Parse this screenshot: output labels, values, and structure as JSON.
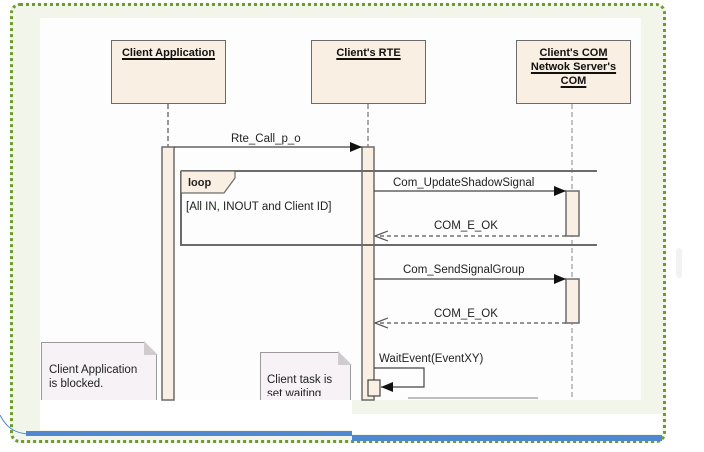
{
  "diagram": {
    "type": "sequence",
    "lifelines": [
      {
        "id": "client-app",
        "label": "Client Application"
      },
      {
        "id": "client-rte",
        "label": "Client's RTE"
      },
      {
        "id": "client-com",
        "label_lines": [
          "Client's COM",
          "Netwok Server's",
          "COM"
        ]
      }
    ],
    "messages": [
      {
        "from": "client-app",
        "to": "client-rte",
        "label": "Rte_Call_p_o",
        "kind": "sync"
      },
      {
        "from": "client-rte",
        "to": "client-com",
        "label": "Com_UpdateShadowSignal",
        "kind": "sync",
        "in_fragment": "loop"
      },
      {
        "from": "client-com",
        "to": "client-rte",
        "label": "COM_E_OK",
        "kind": "return",
        "in_fragment": "loop"
      },
      {
        "from": "client-rte",
        "to": "client-com",
        "label": "Com_SendSignalGroup",
        "kind": "sync"
      },
      {
        "from": "client-com",
        "to": "client-rte",
        "label": "COM_E_OK",
        "kind": "return"
      },
      {
        "from": "client-rte",
        "to": "client-rte",
        "label": "WaitEvent(EventXY)",
        "kind": "self"
      }
    ],
    "fragment": {
      "operator": "loop",
      "guard": "[All IN, INOUT and Client ID]"
    },
    "notes": [
      {
        "lines": [
          "Client Application",
          "is blocked."
        ]
      },
      {
        "lines": [
          "Client task is",
          "set waiting"
        ]
      }
    ]
  },
  "colors": {
    "frame_border": "#6f9a2f",
    "frame_fill": "#f2f5ea",
    "lifeline_fill": "#f9efe2",
    "note_fill": "#f6f2f6",
    "accent_bar": "#4f87d1"
  }
}
